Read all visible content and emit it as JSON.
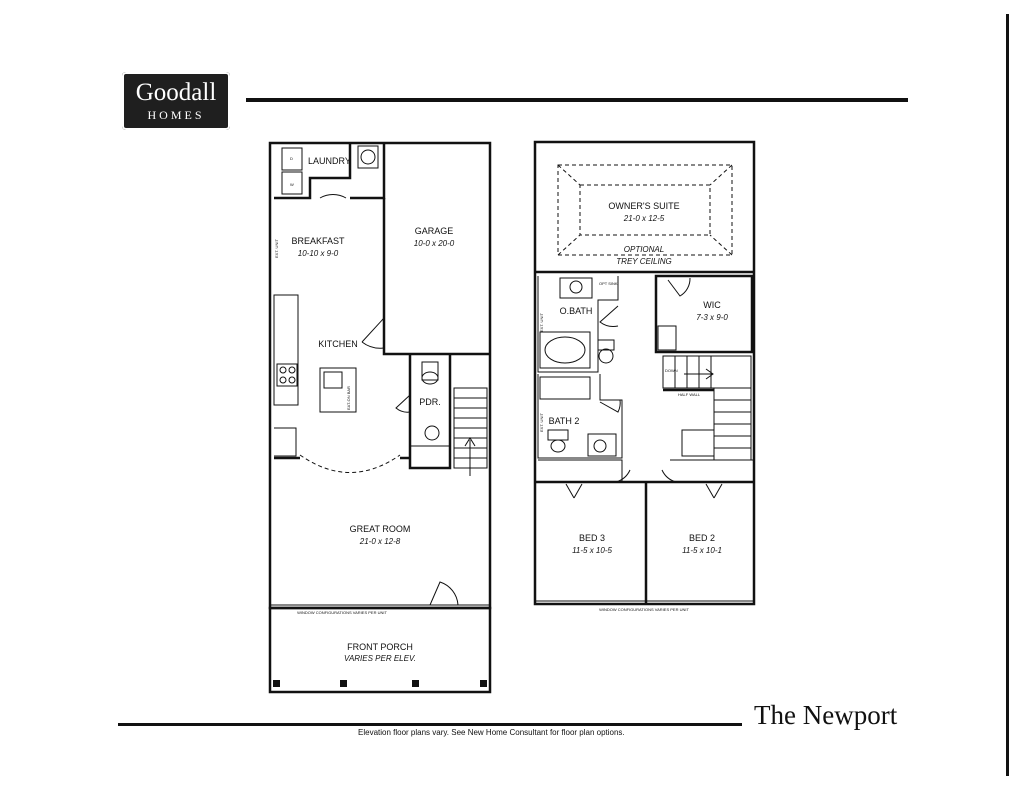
{
  "brand": {
    "name": "Goodall",
    "sub": "HOMES"
  },
  "plan_title": "The Newport",
  "footnote": "Elevation floor plans vary. See New Home Consultant for floor plan options.",
  "first_floor": {
    "laundry": {
      "label": "LAUNDRY"
    },
    "breakfast": {
      "label": "BREAKFAST",
      "dim": "10-10 x 9-0"
    },
    "garage": {
      "label": "GARAGE",
      "dim": "10-0 x 20-0"
    },
    "kitchen": {
      "label": "KITCHEN"
    },
    "pdr": {
      "label": "PDR."
    },
    "great_room": {
      "label": "GREAT ROOM",
      "dim": "21-0 x 12-8"
    },
    "front_porch": {
      "label": "FRONT PORCH",
      "dim": "VARIES PER ELEV."
    },
    "window_note": "WINDOW CONFIGURATIONS VARIES PER UNIT",
    "ext_unit": "EXT. UNIT",
    "eat_bar": "EAT-ON BAR",
    "washer": "W",
    "dryer": "D"
  },
  "second_floor": {
    "owners_suite": {
      "label": "OWNER'S SUITE",
      "dim": "21-0 x 12-5"
    },
    "optional_ceiling": {
      "line1": "OPTIONAL",
      "line2": "TREY CEILING"
    },
    "obath": {
      "label": "O.BATH"
    },
    "wic": {
      "label": "WIC",
      "dim": "7-3 x 9-0"
    },
    "bath2": {
      "label": "BATH 2"
    },
    "bed3": {
      "label": "BED 3",
      "dim": "11-5 x 10-5"
    },
    "bed2": {
      "label": "BED 2",
      "dim": "11-5 x 10-1"
    },
    "window_note": "WINDOW CONFIGURATIONS VARIES PER UNIT",
    "ext_unit": "EXT. UNIT",
    "down": "DOWN",
    "half_wall": "HALF WALL",
    "opt_sink": "OPT SINK"
  }
}
